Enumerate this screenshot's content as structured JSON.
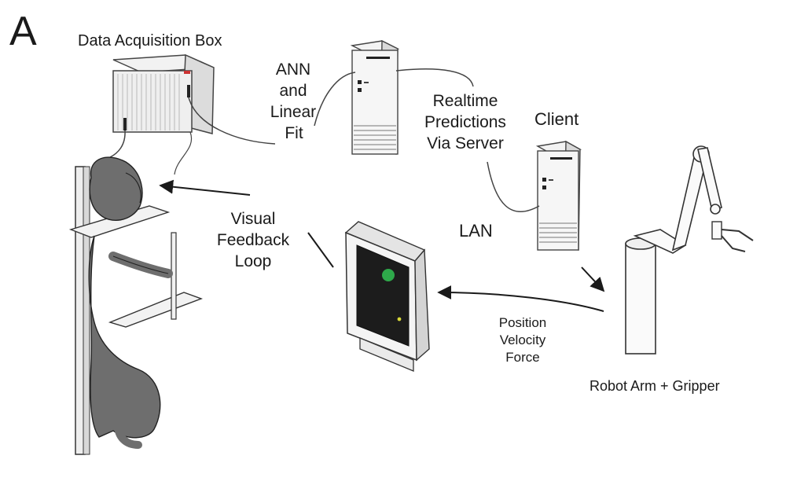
{
  "panel_letter": "A",
  "labels": {
    "data_acquisition_box": "Data Acquisition Box",
    "ann_linear_fit": [
      "ANN",
      "and",
      "Linear",
      "Fit"
    ],
    "realtime_predictions": [
      "Realtime",
      "Predictions",
      "Via Server"
    ],
    "client": "Client",
    "lan": "LAN",
    "visual_feedback_loop": [
      "Visual",
      "Feedback",
      "Loop"
    ],
    "position_velocity_force": [
      "Position",
      "Velocity",
      "Force"
    ],
    "robot_arm_gripper": "Robot Arm + Gripper"
  },
  "colors": {
    "ink": "#1a1a1a",
    "monkey_fur": "#6e6e6e",
    "screen_bg": "#1c1c1c",
    "target_dot": "#2ea84a",
    "cursor_dot": "#d8d838"
  }
}
